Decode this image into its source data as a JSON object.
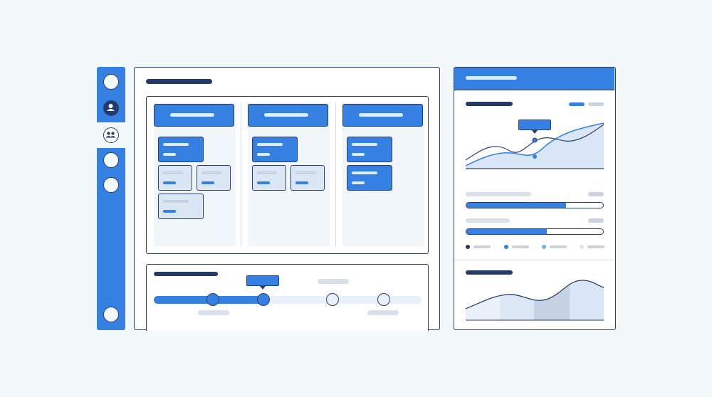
{
  "colors": {
    "accent": "#3480e3",
    "outline": "#2d3f6b",
    "navy": "#233a6e",
    "background": "#f3f8fb",
    "card_light": "#dbe6f5",
    "placeholder_grey": "#c9d3e0",
    "chart_fill": "#d8e6f7"
  },
  "sidebar": {
    "items": [
      {
        "icon": "circle-placeholder-icon",
        "active": false
      },
      {
        "icon": "user-icon",
        "active": false
      },
      {
        "icon": "users-group-icon",
        "active": true
      },
      {
        "icon": "circle-placeholder-icon",
        "active": false
      },
      {
        "icon": "circle-placeholder-icon",
        "active": false
      },
      {
        "icon": "circle-placeholder-icon",
        "active": false
      }
    ]
  },
  "board": {
    "columns": [
      {
        "cards": [
          "blue",
          "light",
          "light",
          "light"
        ]
      },
      {
        "cards": [
          "blue",
          "light",
          "light"
        ]
      },
      {
        "cards": [
          "blue",
          "blue"
        ]
      }
    ]
  },
  "timeline": {
    "progress": 0.42,
    "steps": 4,
    "current_step": 2
  },
  "panel": {
    "legend_icons": [
      "navy-dot",
      "blue-dot",
      "mid-blue-dot",
      "light-dot"
    ],
    "progress_bars": [
      0.73,
      0.59
    ],
    "tabs_active": 0
  }
}
